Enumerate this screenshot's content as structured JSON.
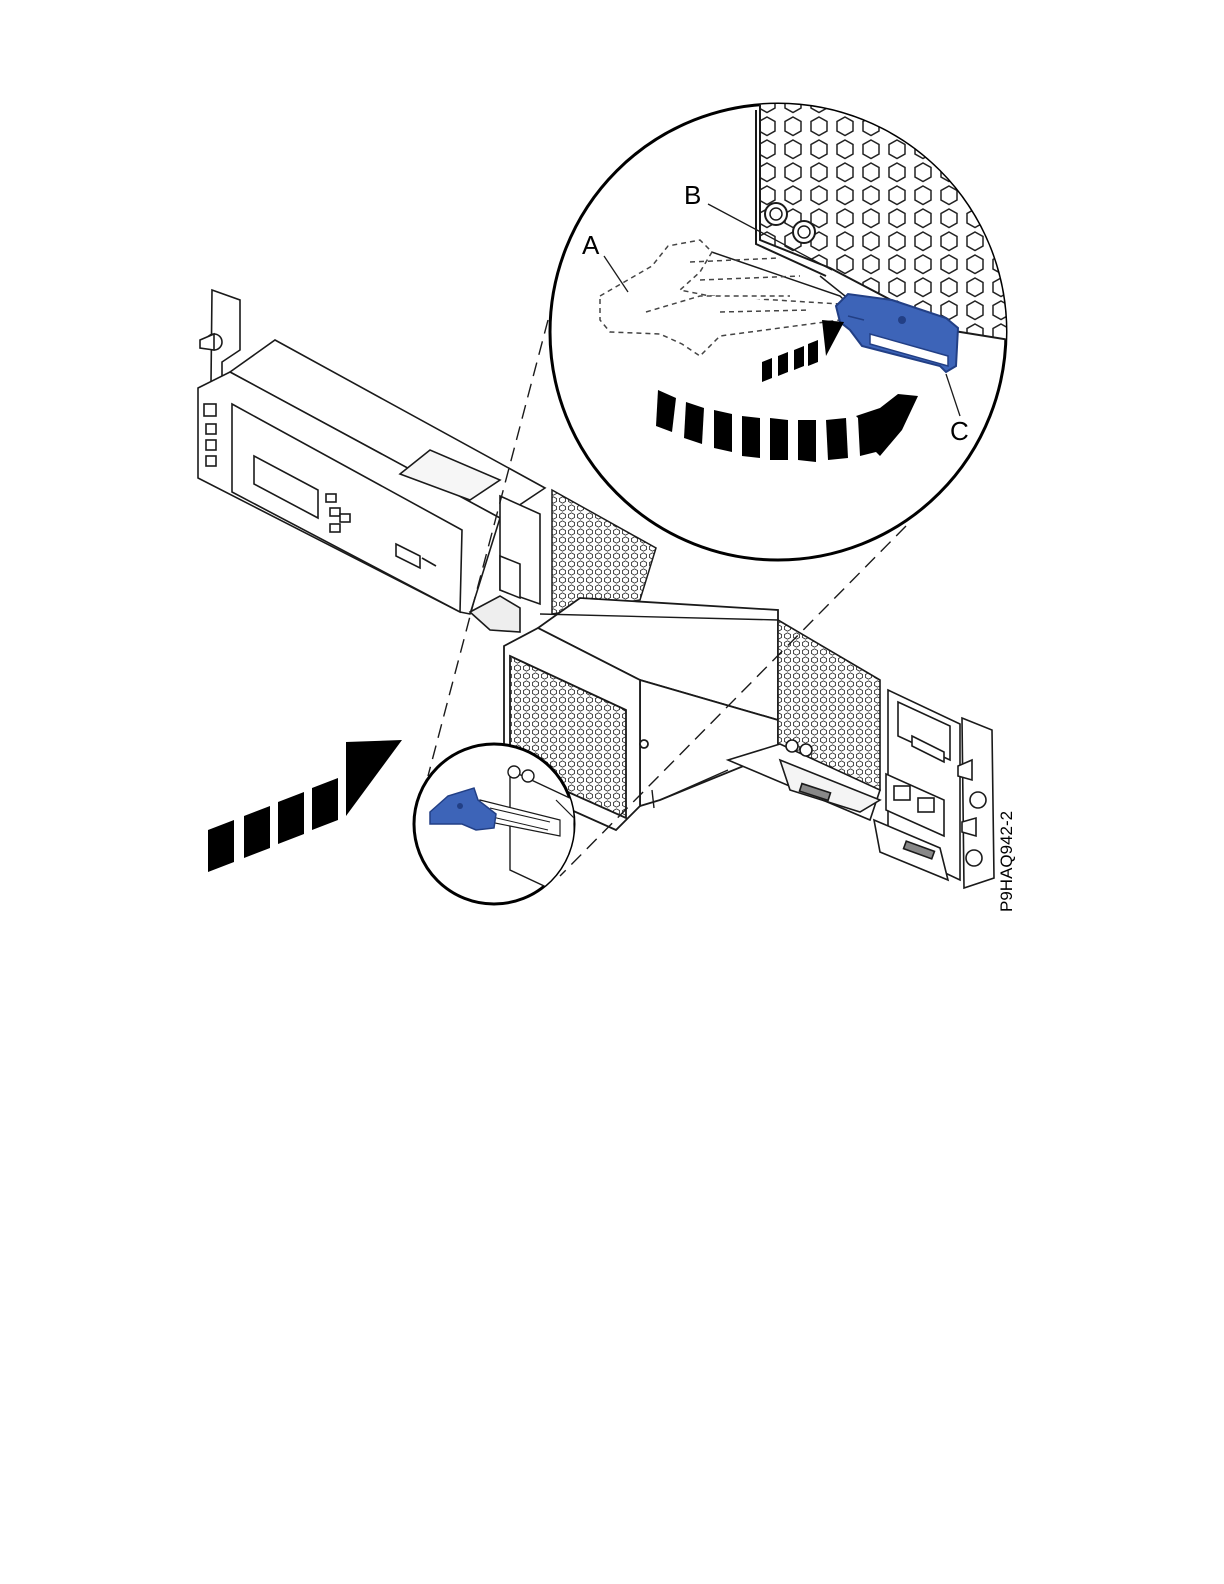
{
  "figure": {
    "callouts": {
      "a": "A",
      "b": "B",
      "c": "C"
    },
    "figure_id": "P9HAQ942-2"
  },
  "colors": {
    "latch_blue": "#3d64b8",
    "latch_blue_dark": "#223f85",
    "line": "#1a1a1a",
    "arrow": "#000000"
  }
}
